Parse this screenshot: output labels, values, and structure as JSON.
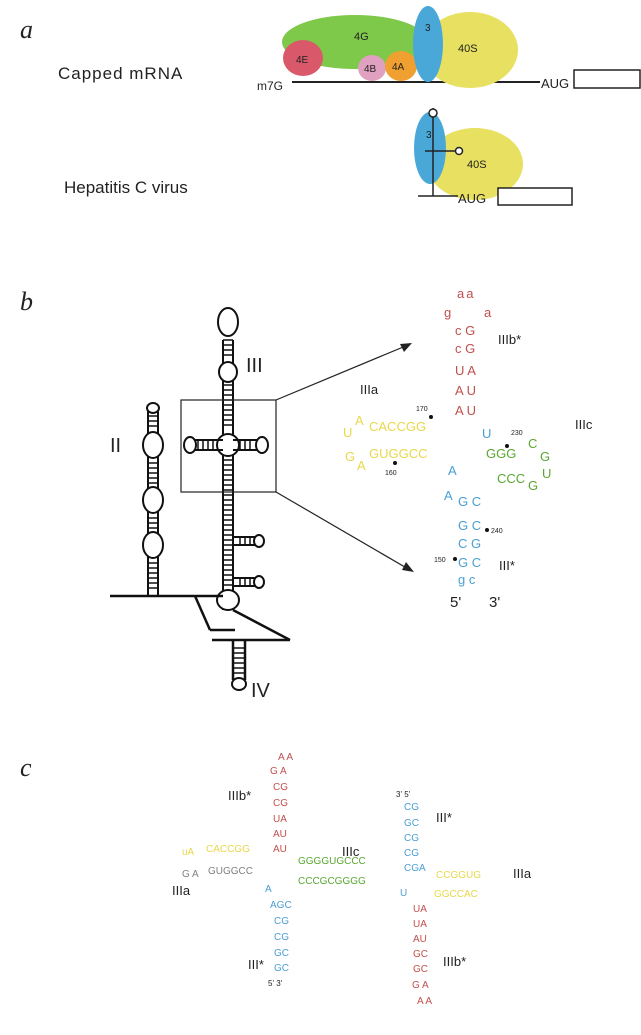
{
  "panels": {
    "a": "a",
    "b": "b",
    "c": "c"
  },
  "panel_a": {
    "row1_label": "Capped mRNA",
    "m7g": "m7G",
    "aug1": "AUG",
    "factor_4g": "4G",
    "factor_4e": "4E",
    "factor_4b": "4B",
    "factor_4a": "4A",
    "factor_3": "3",
    "subunit_40s": "40S",
    "row2_label": "Hepatitis C virus",
    "factor_3b": "3",
    "subunit_40s_b": "40S",
    "aug2": "AUG"
  },
  "panel_b": {
    "domain_ii": "II",
    "domain_iii": "III",
    "domain_iv": "IV",
    "label_iiib": "IIIb*",
    "label_iiia": "IIIa",
    "label_iiic": "IIIc",
    "label_iii_star": "III*",
    "num_170": "170",
    "num_230": "230",
    "num_160": "160",
    "num_240": "240",
    "num_150": "150",
    "five": "5'",
    "three": "3'",
    "seq_loop_top": "aa",
    "seq_g": "g",
    "seq_a": "a",
    "seq_cg1": "c G",
    "seq_cg2": "c G",
    "seq_ua": "U A",
    "seq_au1": "A U",
    "seq_au2": "A U",
    "seq_u": "U",
    "seq_a2": "A",
    "seq_caccgg": "CACCGG",
    "seq_g2": "G",
    "seq_a3": "A",
    "seq_guggcc": "GUGGCC",
    "seq_u2": "U",
    "seq_ggg": "GGG",
    "seq_c": "C",
    "seq_g3": "G",
    "seq_ccc": "CCC",
    "seq_g4": "G",
    "seq_u3": "U",
    "seq_a4": "A",
    "seq_a5": "A",
    "seq_gc1": "G C",
    "seq_gc2": "G C",
    "seq_cg3": "C G",
    "seq_gc3": "G C",
    "seq_gc4": "g c"
  },
  "panel_c": {
    "label_iiib_left": "IIIb*",
    "label_iiia_left": "IIIa",
    "label_iiic": "IIIc",
    "label_iii_star_top": "III*",
    "label_iiia_right": "IIIa",
    "label_iii_star_bottom": "III*",
    "label_iiib_right": "IIIb*",
    "seq_aa_top": "A A",
    "seq_ga_top": "G    A",
    "seq_cg_a": "CG",
    "seq_cg_b": "CG",
    "seq_ua": "UA",
    "seq_au_a": "AU",
    "seq_au_b": "AU",
    "seq_ua_small": "uA",
    "seq_caccgg": "CACCGG",
    "seq_ga_small": "G A",
    "seq_guggcc": "GUGGCC",
    "seq_ggggugccc": "GGGGUGCCC",
    "seq_cccgcgggg": "CCCGCGGGG",
    "seq_u_mid": "U",
    "seq_a_mid": "A",
    "seq_agc": "AGC",
    "seq_cg_c": "CG",
    "seq_cg_d": "CG",
    "seq_gc_a": "GC",
    "seq_gc_b": "GC",
    "seq_5_3": "5'    3'",
    "seq_3_5": "3'      5'",
    "seq_cg_r1": "CG",
    "seq_gc_r": "GC",
    "seq_cg_r2": "CG",
    "seq_cg_r3": "CG",
    "seq_cga": "CGA",
    "seq_ccgguga": "CCGGUG",
    "seq_ggccac": "GGCCAC",
    "seq_ua_r": "UA",
    "seq_ua_r2": "UA",
    "seq_au_r": "AU",
    "seq_gc_r2": "GC",
    "seq_gc_r3": "GC",
    "seq_ga_r": "G  A",
    "seq_aa_bottom": "A A"
  },
  "colors": {
    "red": "#c0504d",
    "yellow": "#e8d84a",
    "green": "#5aa832",
    "blue": "#4a9fd4",
    "gray": "#808080",
    "factor_4g": "#7ec84a",
    "factor_4e": "#d9596a",
    "factor_4b": "#e0a0c0",
    "factor_4a": "#f0a030",
    "factor_3": "#4aa8d8",
    "subunit_40s": "#e8e060"
  }
}
